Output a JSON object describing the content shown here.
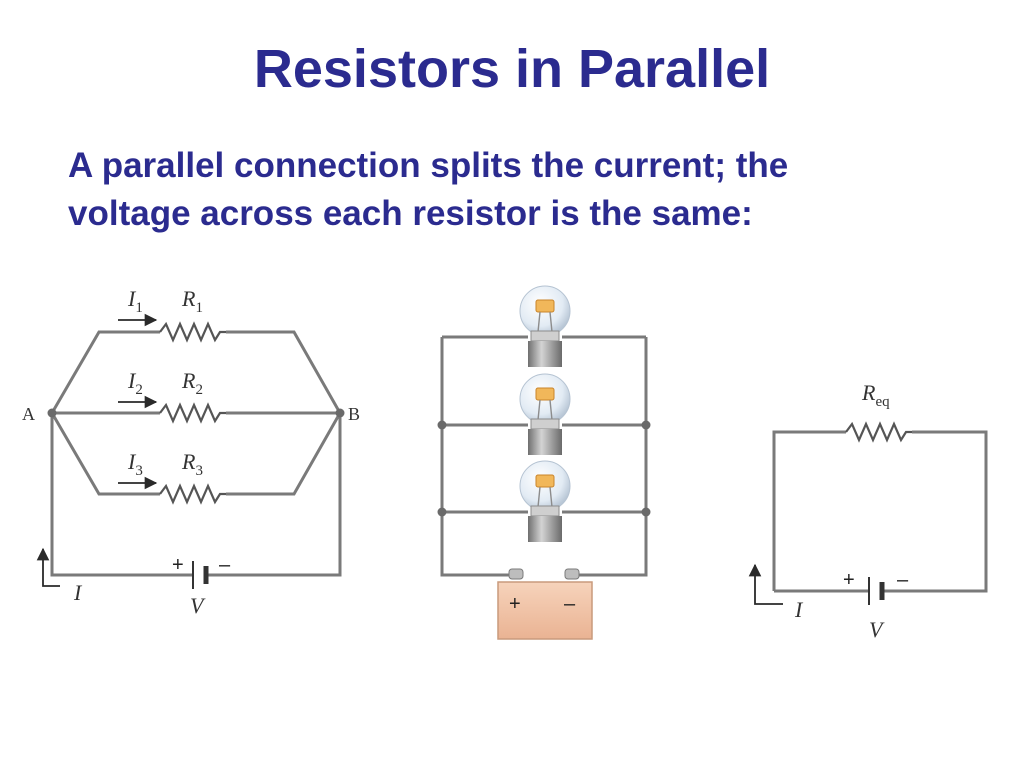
{
  "slide": {
    "title": "Resistors in Parallel",
    "bullet_line1": "A parallel connection splits the current; the",
    "bullet_line2": "voltage across each resistor is the same:"
  },
  "diagram_left": {
    "node_a": "A",
    "node_b": "B",
    "branches": [
      {
        "current": "I",
        "current_sub": "1",
        "resistor": "R",
        "resistor_sub": "1"
      },
      {
        "current": "I",
        "current_sub": "2",
        "resistor": "R",
        "resistor_sub": "2"
      },
      {
        "current": "I",
        "current_sub": "3",
        "resistor": "R",
        "resistor_sub": "3"
      }
    ],
    "source_current": "I",
    "battery_plus": "+",
    "battery_minus": "–",
    "battery_voltage": "V"
  },
  "diagram_middle": {
    "bulb_count": 3,
    "battery_plus": "+",
    "battery_minus": "–"
  },
  "diagram_right": {
    "resistor": "R",
    "resistor_sub": "eq",
    "source_current": "I",
    "battery_plus": "+",
    "battery_minus": "–",
    "battery_voltage": "V"
  },
  "colors": {
    "title": "#2b2b8f",
    "wire": "#7a7a7a",
    "bulb_glass": "#eaf1f8",
    "bulb_base": "#9a9a9a",
    "battery_body": "#f2c4a6"
  }
}
